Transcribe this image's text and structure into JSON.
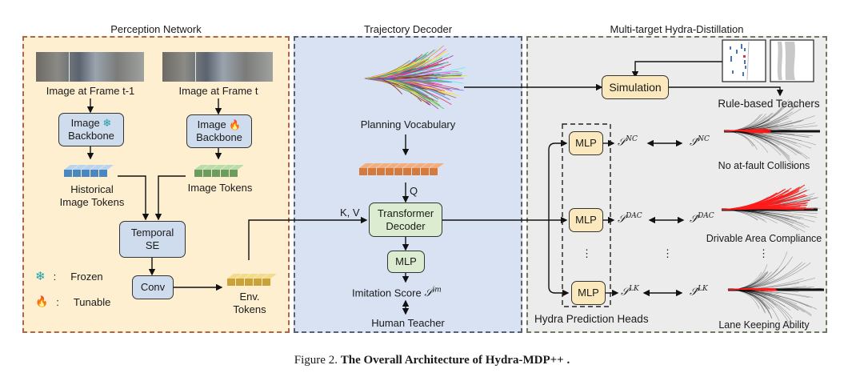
{
  "panels": {
    "perception": {
      "title": "Perception Network",
      "frame_prev_label": "Image at Frame t-1",
      "frame_curr_label": "Image at Frame t",
      "backbone_frozen": {
        "line1": "Image",
        "line2": "Backbone",
        "icon": "snowflake-icon"
      },
      "backbone_tunable": {
        "line1": "Image",
        "line2": "Backbone",
        "icon": "fire-icon"
      },
      "historical_tokens": {
        "line1": "Historical",
        "line2": "Image Tokens"
      },
      "image_tokens": "Image Tokens",
      "temporal_se": {
        "line1": "Temporal",
        "line2": "SE"
      },
      "conv": "Conv",
      "env_tokens": {
        "line1": "Env.",
        "line2": "Tokens"
      },
      "legend": [
        {
          "icon": "snowflake-icon",
          "glyph": "❄",
          "sep": ":",
          "label": "Frozen"
        },
        {
          "icon": "fire-icon",
          "glyph": "🔥",
          "sep": ":",
          "label": "Tunable"
        }
      ]
    },
    "decoder": {
      "title": "Trajectory Decoder",
      "vocab_label": "Planning Vocabulary",
      "q_label": "Q",
      "kv_label": "K, V",
      "transformer": {
        "line1": "Transformer",
        "line2": "Decoder"
      },
      "mlp": "MLP",
      "imitation_label": "Imitation Score",
      "imitation_symbol": "𝒮",
      "imitation_sup": "im",
      "human_teacher": "Human Teacher"
    },
    "distillation": {
      "title": "Multi-target Hydra-Distillation",
      "simulation": "Simulation",
      "rule_teachers": "Rule-based Teachers",
      "heads_label": "Hydra Prediction Heads",
      "dots": "⋮",
      "heads": [
        {
          "mlp": "MLP",
          "pred_symbol": "𝒮",
          "pred_sup": "NC",
          "target_symbol": "𝒮̂",
          "target_sup": "NC",
          "metric": "No at-fault Collisions"
        },
        {
          "mlp": "MLP",
          "pred_symbol": "𝒮",
          "pred_sup": "DAC",
          "target_symbol": "𝒮̂",
          "target_sup": "DAC",
          "metric": "Drivable Area Compliance"
        },
        {
          "mlp": "MLP",
          "pred_symbol": "𝒮",
          "pred_sup": "LK",
          "target_symbol": "𝒮̂",
          "target_sup": "LK",
          "metric": "Lane Keeping Ability"
        }
      ]
    }
  },
  "caption": {
    "prefix": "Figure 2.",
    "title": "The Overall Architecture of Hydra-MDP++ ."
  },
  "colors": {
    "perception_bg": "#fdefd0",
    "decoder_bg": "#d8e2f2",
    "distillation_bg": "#ececec",
    "blue_box": "#cfdcee",
    "green_box": "#dcecd0",
    "yellow_box": "#fbe9bd",
    "highlight_red": "#ff1a1a"
  }
}
